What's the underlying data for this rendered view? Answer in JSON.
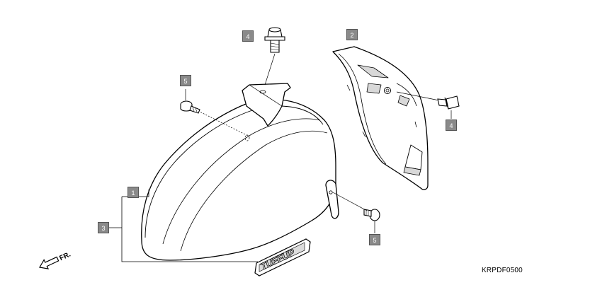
{
  "diagram": {
    "code": "KRPDF0500",
    "front_indicator": "FR.",
    "emblem_text": "TUFFUP",
    "callouts": [
      {
        "id": "c4-top",
        "label": "4"
      },
      {
        "id": "c2",
        "label": "2"
      },
      {
        "id": "c5-top",
        "label": "5"
      },
      {
        "id": "c4-right",
        "label": "4"
      },
      {
        "id": "c1",
        "label": "1"
      },
      {
        "id": "c3",
        "label": "3"
      },
      {
        "id": "c5-bottom",
        "label": "5"
      }
    ]
  },
  "colors": {
    "line": "#000000",
    "callout_fill": "#8a8a8a",
    "part_shade": "#d8d8d8"
  }
}
